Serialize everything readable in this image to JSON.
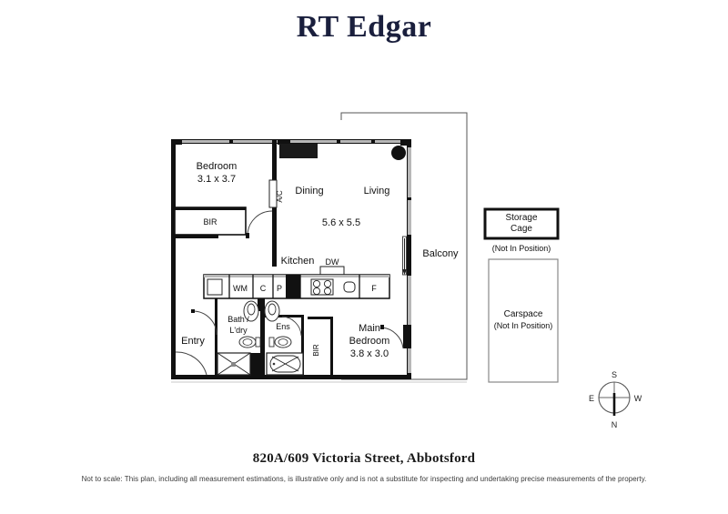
{
  "brand": {
    "name": "RT Edgar"
  },
  "footer": {
    "address": "820A/609 Victoria Street, Abbotsford",
    "disclaimer": "Not to scale: This plan, including all measurement estimations, is illustrative only and is not a substitute for inspecting and undertaking precise measurements of the property."
  },
  "plan": {
    "rooms": {
      "bedroom2_name": "Bedroom",
      "bedroom2_dims": "3.1 x 3.7",
      "bedroom2_wardrobe": "BIR",
      "aircon": "A/C",
      "dining": "Dining",
      "living": "Living",
      "living_dims": "5.6 x 5.5",
      "balcony": "Balcony",
      "kitchen": "Kitchen",
      "dishwasher": "DW",
      "washing_machine": "WM",
      "cupboard": "C",
      "pantry": "P",
      "fridge": "F",
      "bath_laundry_line1": "Bath /",
      "bath_laundry_line2": "L'dry",
      "ensuite": "Ens",
      "entry": "Entry",
      "main_bed_wardrobe": "BIR",
      "main_bedroom_line1": "Main",
      "main_bedroom_line2": "Bedroom",
      "main_bedroom_dims": "3.8 x 3.0"
    },
    "storage": {
      "title_line1": "Storage",
      "title_line2": "Cage",
      "note": "(Not In Position)"
    },
    "carspace": {
      "title": "Carspace",
      "note": "(Not In Position)"
    },
    "compass": {
      "top": "S",
      "bottom": "N",
      "left": "E",
      "right": "W"
    }
  },
  "colors": {
    "brand_navy": "#1a1f3d",
    "wall_black": "#111111",
    "window_gray": "#b8b8b8",
    "thin_line": "#555555",
    "text": "#111111",
    "page_bg": "#ffffff"
  }
}
